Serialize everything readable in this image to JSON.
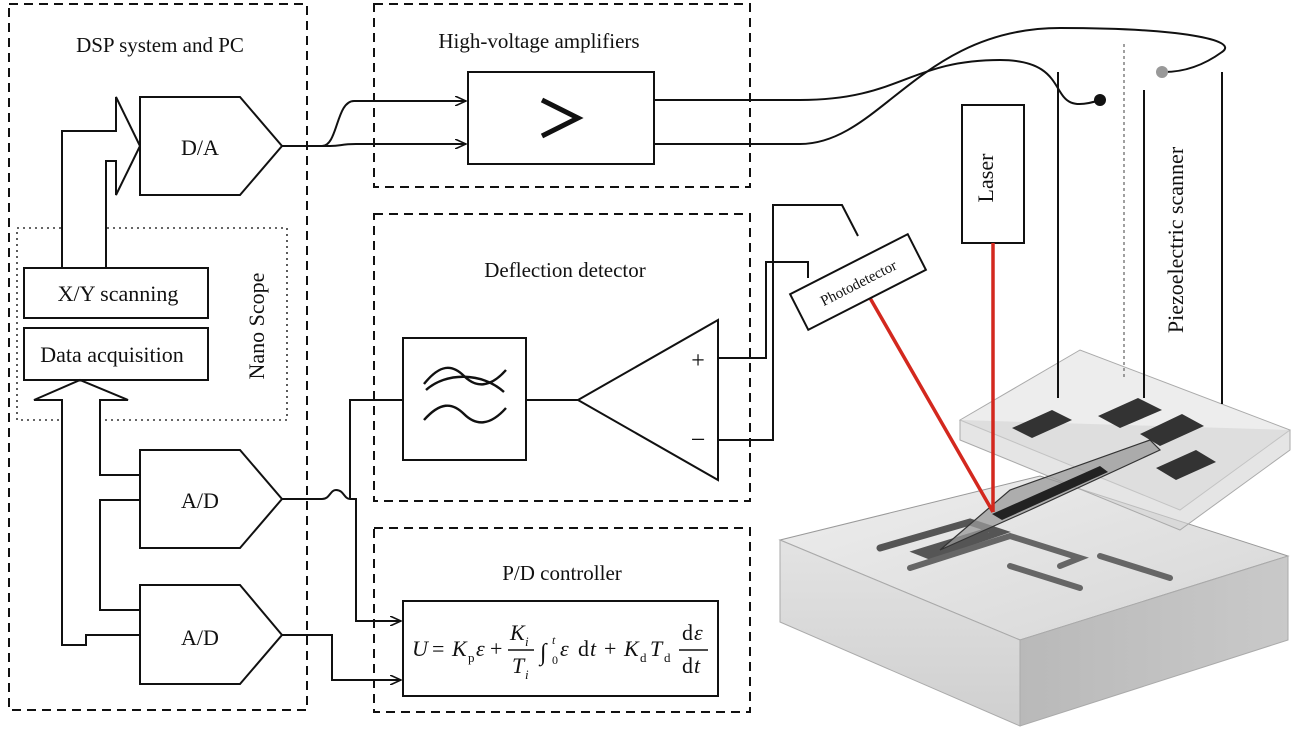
{
  "panels": {
    "dsp": "DSP system and PC",
    "hv": "High-voltage amplifiers",
    "deflection": "Deflection detector",
    "pd": "P/D controller"
  },
  "blocks": {
    "da": "D/A",
    "ad_top": "A/D",
    "ad_bottom": "A/D",
    "xy_scanning": "X/Y scanning",
    "data_acquisition": "Data acquisition",
    "nano_scope": "Nano Scope",
    "amp_symbol": ">",
    "plus": "+",
    "minus": "−",
    "photodetector": "Photodetector",
    "laser": "Laser",
    "piezo": "Piezoelectric scanner"
  },
  "equation": {
    "U": "U",
    "eq": "=",
    "Kp": "K",
    "p_sub": "p",
    "eps1": "ε",
    "plus1": "+",
    "Ki": "K",
    "i_sub1": "i",
    "Ti": "T",
    "i_sub2": "i",
    "integral": "∫",
    "lower": "0",
    "upper": "t",
    "eps2": "ε",
    "dt1": "d",
    "t1": "t",
    "plus2": "+",
    "Kd": "K",
    "d_sub1": "d",
    "Td": "T",
    "d_sub2": "d",
    "deps_d": "d",
    "deps_e": "ε",
    "dt2_d": "d",
    "dt2_t": "t"
  },
  "colors": {
    "laser_beam": "#d3281e",
    "line": "#111111"
  }
}
